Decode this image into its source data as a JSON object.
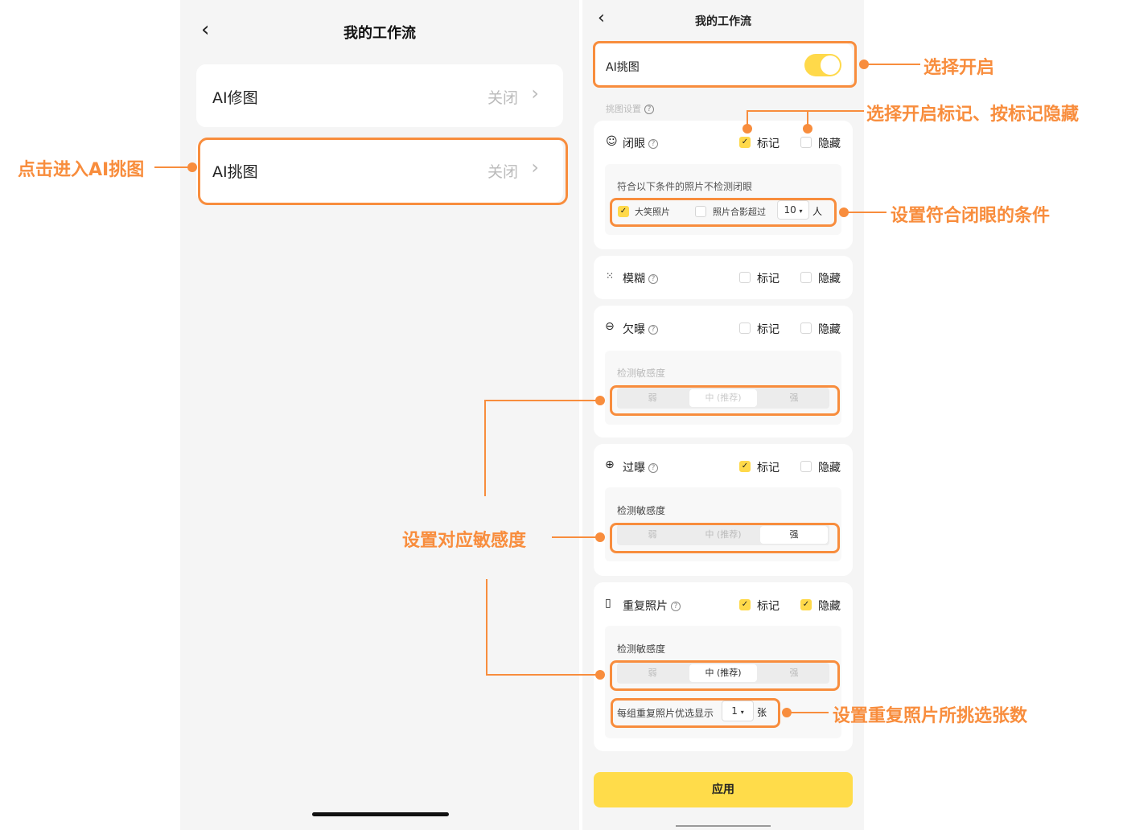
{
  "left": {
    "title": "我的工作流",
    "items": [
      {
        "label": "AI修图",
        "status": "关闭"
      },
      {
        "label": "AI挑图",
        "status": "关闭"
      }
    ]
  },
  "right": {
    "title": "我的工作流",
    "ai_pick": {
      "label": "AI挑图",
      "enabled": true
    },
    "settings_label": "挑图设置",
    "mark_label": "标记",
    "hide_label": "隐藏",
    "sensitivity_label": "检测敏感度",
    "seg_options": [
      "弱",
      "中 (推荐)",
      "强"
    ],
    "closed_eyes": {
      "label": "闭眼",
      "mark": true,
      "hide": false,
      "condition_title": "符合以下条件的照片不检测闭眼",
      "laugh_label": "大笑照片",
      "laugh": true,
      "group_label": "照片合影超过",
      "group": false,
      "group_value": "10",
      "group_unit": "人"
    },
    "blur": {
      "label": "模糊",
      "mark": false,
      "hide": false
    },
    "under": {
      "label": "欠曝",
      "mark": false,
      "hide": false,
      "sensitivity": "中 (推荐)"
    },
    "over": {
      "label": "过曝",
      "mark": true,
      "hide": false,
      "sensitivity": "强"
    },
    "dup": {
      "label": "重复照片",
      "mark": true,
      "hide": true,
      "sensitivity": "中 (推荐)",
      "count_label": "每组重复照片优选显示",
      "count_value": "1",
      "count_unit": "张"
    },
    "apply_label": "应用"
  },
  "annotations": {
    "enter": "点击进入AI挑图",
    "enable": "选择开启",
    "mark_hide": "选择开启标记、按标记隐藏",
    "eyes_cond": "设置符合闭眼的条件",
    "sensitivity": "设置对应敏感度",
    "dup_count": "设置重复照片所挑选张数"
  },
  "colors": {
    "accent": "#f88d3d",
    "yellow": "#ffd94a"
  }
}
